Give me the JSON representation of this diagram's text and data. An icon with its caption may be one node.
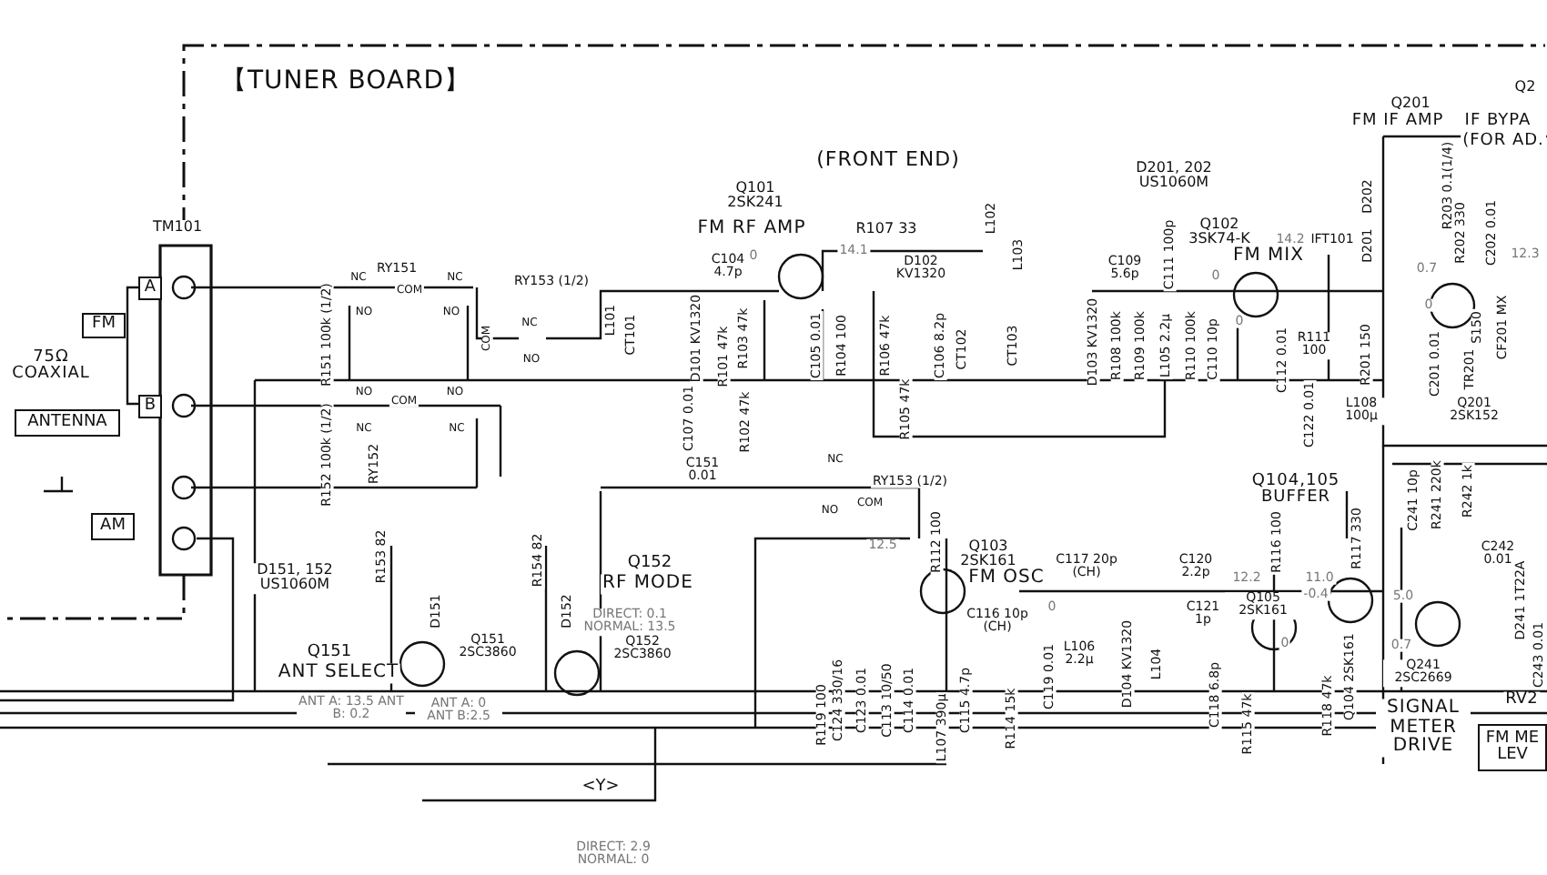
{
  "diagram": {
    "nodes": [
      {
        "text": [
          "TM101"
        ]
      },
      {
        "text": [
          "A"
        ]
      },
      {
        "text": [
          "FM"
        ]
      },
      {
        "text": [
          "B"
        ]
      },
      {
        "text": [
          "ANTENNA"
        ]
      },
      {
        "text": [
          "AM"
        ]
      },
      {
        "text": [
          "FM ME LEV"
        ]
      }
    ],
    "labels": [
      "【TUNER BOARD】",
      "Q201",
      "FM IF AMP",
      "Q2",
      "IF BYPA",
      "(FOR AD.",
      "(FRONT END)",
      "Q101 2SK241",
      "D201, 202 US1060M",
      "R203 0.1(1/4)",
      "D202",
      "FM RF AMP",
      "R107 33",
      "L102",
      "Q102 3SK74-K",
      "D201",
      "R202 330",
      "C202 0.01",
      "C104 4.7p",
      "0",
      "14.1",
      "D102 KV1320",
      "L103",
      "C109 5.6p",
      "C111 100p",
      "0",
      "FM MIX",
      "14.2",
      "IFT101",
      "0.7",
      "12.3",
      "RY151",
      "NC",
      "NC",
      "COM",
      "RY153 (1/2)",
      "NO",
      "NO",
      "NC",
      "COM",
      "NO",
      "75Ω COAXIAL",
      "R151 100k (1/2)",
      "L101",
      "CT101",
      "D101 KV1320",
      "R101 47k",
      "R103 47k",
      "C105 0.01",
      "R104 100",
      "R106 47k",
      "C106 8.2p",
      "CT102",
      "CT103",
      "D103 KV1320",
      "R108 100k",
      "R109 100k",
      "L105 2.2μ",
      "R110 100k",
      "C110 10p",
      "0",
      "C112 0.01",
      "R111 100",
      "R201 150",
      "0",
      "C201 0.01",
      "TR201",
      "S150",
      "CF201 MX",
      "NO",
      "COM",
      "NO",
      "NC",
      "NC",
      "C107 0.01",
      "R102 47k",
      "R105 47k",
      "C122 0.01",
      "L108 100μ",
      "Q201 2SK152",
      "R152 100k (1/2)",
      "RY152",
      "NC",
      "C151 0.01",
      "RY153 (1/2)",
      "COM",
      "NO",
      "Q104,105 BUFFER",
      "C241 10p",
      "R241 220k",
      "R242 1k",
      "12.5",
      "R112 100",
      "R116 100",
      "R117 330",
      "C242 0.01",
      "D151, 152 US1060M",
      "R153 82",
      "R154 82",
      "Q152",
      "RF MODE",
      "Q103 2SK161",
      "FM OSC",
      "C117 20p (CH)",
      "C120 2.2p",
      "12.2",
      "11.0",
      "-0.4",
      "5.0",
      "0",
      "C116 10p (CH)",
      "C121 1p",
      "Q105 2SK161",
      "0",
      "D151",
      "D152",
      "DIRECT: 0.1 NORMAL: 13.5",
      "Q151 2SC3860",
      "Q152 2SC3860",
      "Q151",
      "ANT SELECT",
      "0.7",
      "D241 1T22A",
      "C243 0.01",
      "L106 2.2μ",
      "D104 KV1320",
      "L104",
      "Q241 2SC2669",
      "ANT A: 13.5 ANT B: 0.2",
      "ANT A: 0 ANT B:2.5",
      "R119 100",
      "C124 330/16",
      "C123 0.01",
      "C113 10/50",
      "C114 0.01",
      "L107 390μ",
      "C115 4.7p",
      "R114 15k",
      "C119 0.01",
      "C118 6.8p",
      "R115 47k",
      "R118 47k",
      "Q104 2SK161",
      "SIGNAL METER DRIVE",
      "RV2",
      "<Y>",
      "DIRECT: 2.9 NORMAL: 0"
    ]
  }
}
